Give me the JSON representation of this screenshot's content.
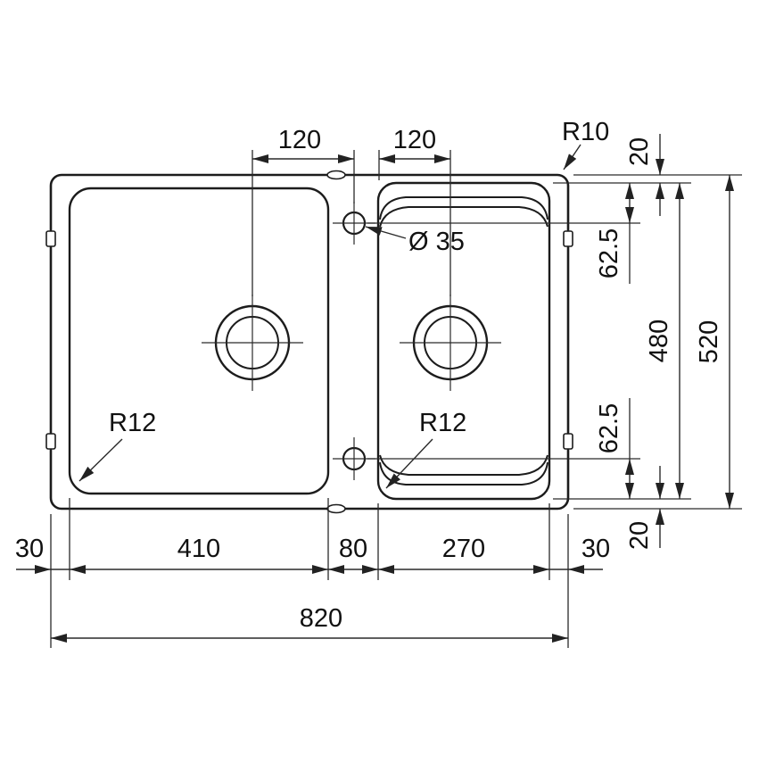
{
  "drawing": {
    "labels": {
      "dim_120_left": "120",
      "dim_120_right": "120",
      "radius_r10": "R10",
      "hole_diameter": "Ø 35",
      "margin_top_20": "20",
      "offset_upper_62_5": "62.5",
      "offset_lower_62_5": "62.5",
      "inner_height_480": "480",
      "overall_height_520": "520",
      "margin_bottom_20": "20",
      "margin_left_30": "30",
      "left_bowl_width_410": "410",
      "center_gap_80": "80",
      "right_bowl_width_270": "270",
      "margin_right_30": "30",
      "overall_width_820": "820",
      "radius_r12_left": "R12",
      "radius_r12_right": "R12"
    },
    "colors": {
      "line": "#1c1c1c",
      "dim_line": "#2a2a2a",
      "background": "#ffffff"
    }
  }
}
